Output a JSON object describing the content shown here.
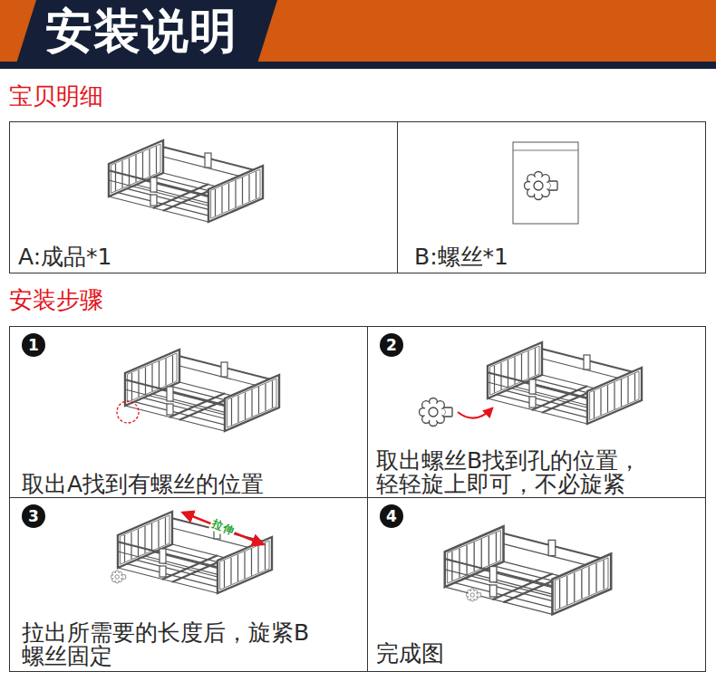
{
  "diagram": {
    "title": "安装说明",
    "nodes": [
      {
        "text": [
          "A:成品*1"
        ]
      },
      {
        "text": [
          "B:螺丝*1"
        ]
      },
      {
        "text": [
          "取出A找到有螺丝的位置"
        ]
      },
      {
        "text": [
          "1"
        ],
        "in": 2
      },
      {
        "text": [
          "取出螺丝B找到孔的位置， 轻轻旋上即可，不必旋紧"
        ]
      },
      {
        "text": [
          "2"
        ],
        "in": 4
      },
      {
        "text": [
          "拉出所需要的长度后，旋紧B 螺丝固定"
        ]
      },
      {
        "text": [
          "3"
        ],
        "in": 6
      },
      {
        "text": [
          "完成图"
        ]
      },
      {
        "text": [
          "4"
        ],
        "in": 8
      }
    ],
    "labels": [
      "宝贝明细",
      "安装步骤",
      "拉伸"
    ]
  }
}
